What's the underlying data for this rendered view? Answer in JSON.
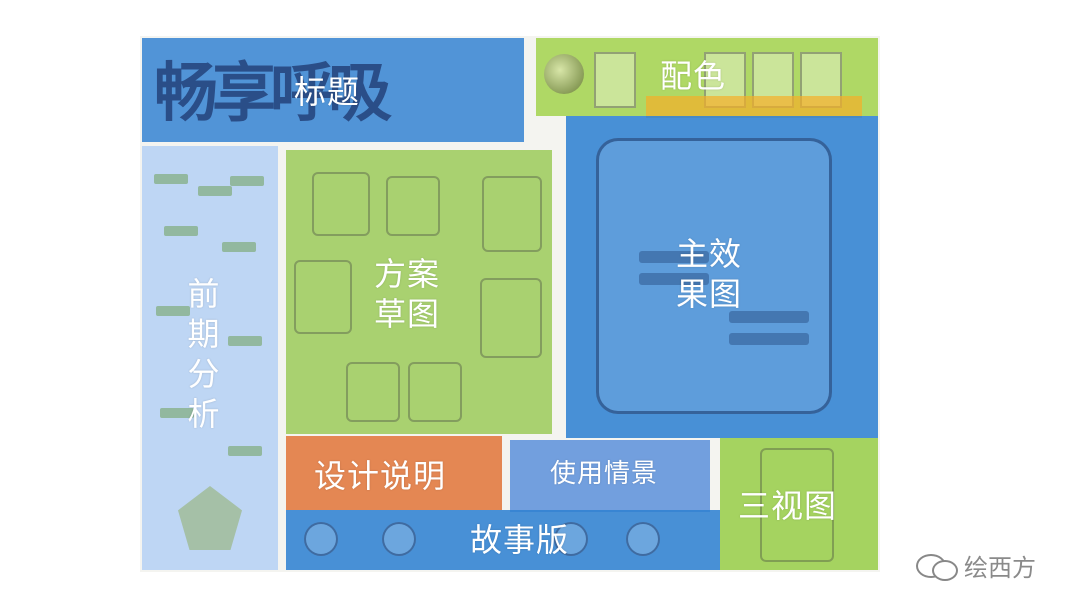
{
  "zones": {
    "title": "标题",
    "color_scheme": "配色",
    "main_rendering": "主效\n果图",
    "sketches": "方案\n草图",
    "pre_analysis": "前\n期\n分\n析",
    "design_description": "设计说明",
    "usage_scenario": "使用情景",
    "three_views": "三视图",
    "storyboard": "故事版"
  },
  "artwork_text": {
    "title_art": "畅享呼吸"
  },
  "watermark": {
    "text": "绘西方",
    "icon": "wechat-icon"
  },
  "colors": {
    "blue": "#3482d2",
    "green": "#a0d246",
    "orange": "#e1783c",
    "light_blue": "#b4d0f5",
    "usage_blue": "#6496dc"
  }
}
